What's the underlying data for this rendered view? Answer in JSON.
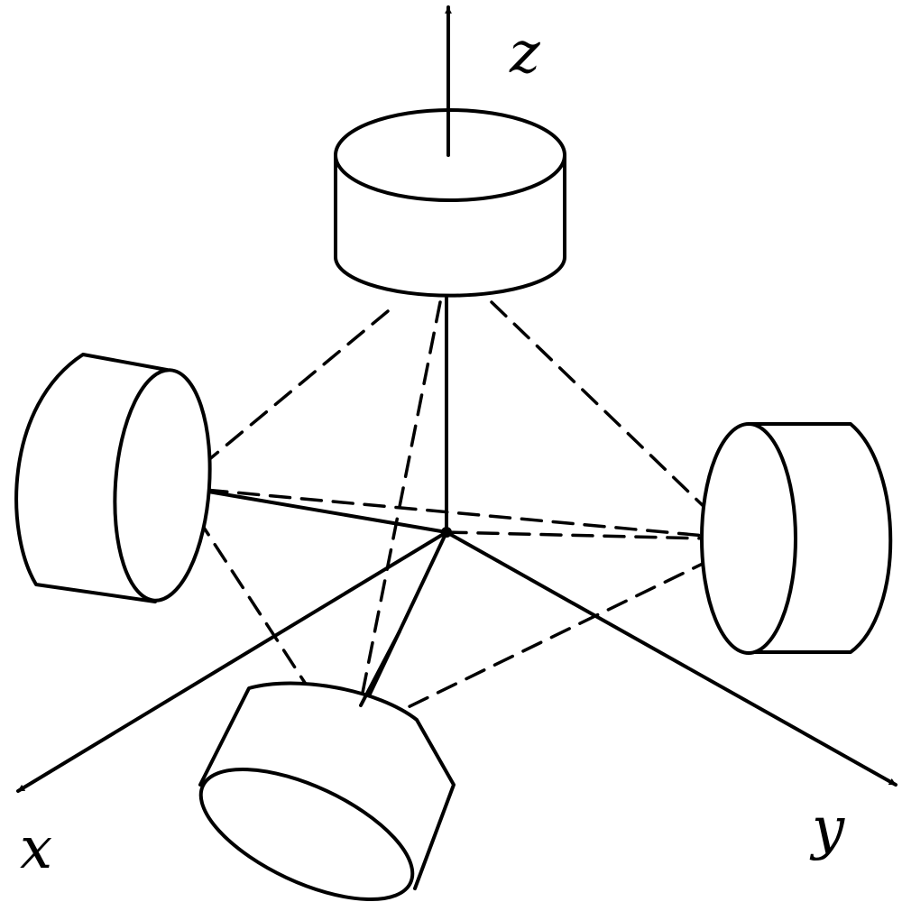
{
  "axes": {
    "x": "x",
    "y": "y",
    "z": "z"
  },
  "colors": {
    "stroke": "#000000",
    "background": "#ffffff"
  }
}
